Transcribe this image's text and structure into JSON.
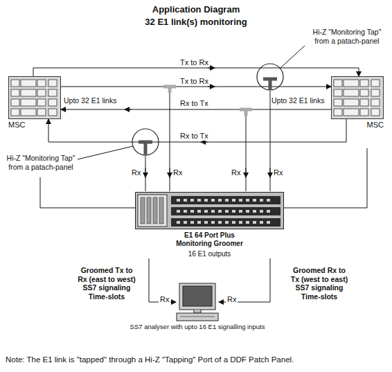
{
  "diagram": {
    "title": "Application Diagram",
    "caption": "Note: The E1 link is \"tapped\" through a Hi-Z \"Tapping\" Port of a DDF Patch Panel.",
    "nodes": [
      {
        "text": [
          "MSC"
        ]
      },
      {
        "text": [
          "MSC"
        ]
      },
      {
        "text": [
          "E1 64 Port Plus Monitoring Groomer",
          "16 E1 outputs"
        ]
      },
      {
        "text": [
          "SS7 analyser with upto 16 E1 signalling inputs"
        ]
      }
    ],
    "edges": [
      {
        "from": 0,
        "to": 1,
        "label": "Tx to Rx",
        "arrow": "to"
      },
      {
        "from": 0,
        "to": 1,
        "label": "Tx to Rx",
        "arrow": "to"
      },
      {
        "from": 1,
        "to": 0,
        "label": "Rx to Tx",
        "arrow": "to"
      },
      {
        "from": 1,
        "to": 0,
        "label": "Rx to Tx",
        "arrow": "to"
      },
      {
        "from": 2,
        "to": 3,
        "label": "Rx",
        "arrow": "to"
      },
      {
        "from": 2,
        "to": 3,
        "label": "Rx",
        "arrow": "to"
      }
    ],
    "labels": [
      "32 E1 link(s) monitoring",
      "Hi-Z \"Monitoring Tap\" from a patach-panel",
      "Upto 32 E1 links",
      "Upto 32 E1 links",
      "Hi-Z \"Monitoring Tap\" from a patach-panel",
      "Rx",
      "Rx",
      "Rx",
      "Rx",
      "Groomed Tx to Rx (east to west) SS7 signaling Time-slots",
      "Groomed Rx to Tx (west to east) SS7 signaling Time-slots"
    ]
  }
}
